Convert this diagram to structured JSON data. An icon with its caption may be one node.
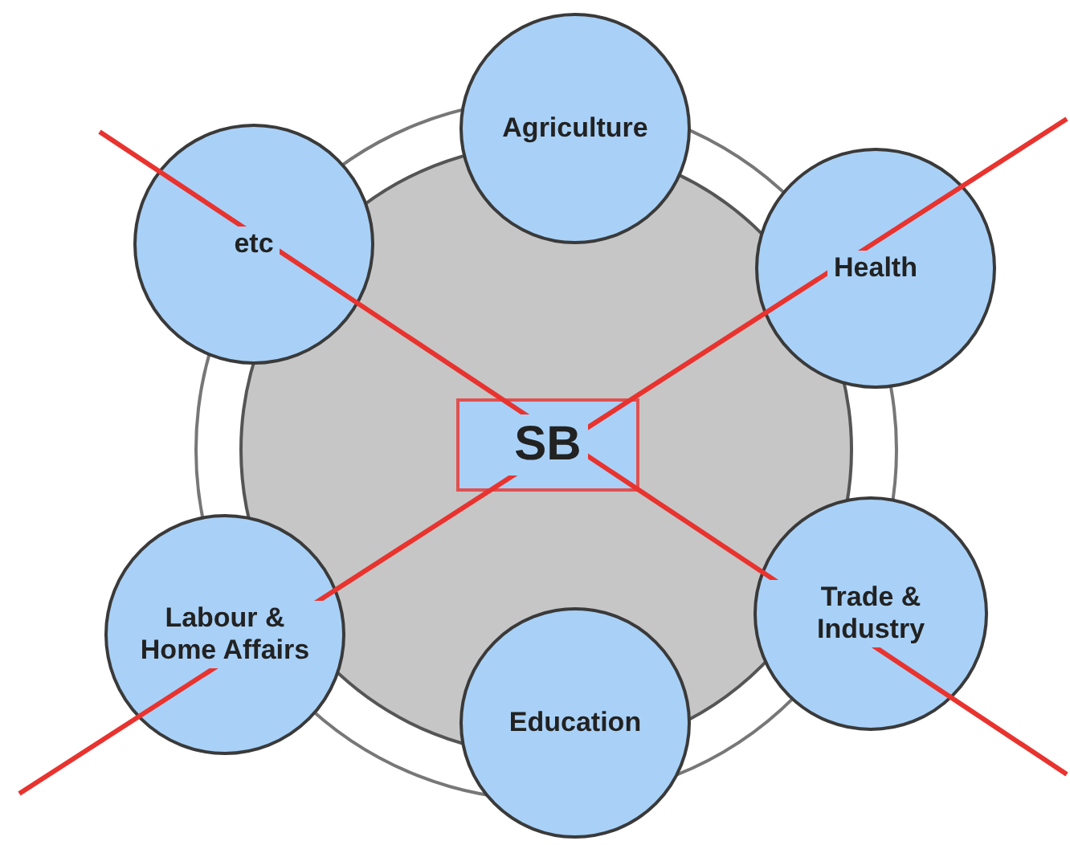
{
  "diagram": {
    "nodes": [
      {
        "text": [
          "Agriculture"
        ]
      },
      {
        "text": [
          "etc"
        ]
      },
      {
        "text": [
          "Health"
        ]
      },
      {
        "text": [
          "SB"
        ]
      },
      {
        "text": [
          "Trade & Industry"
        ]
      },
      {
        "text": [
          "Labour & Home Affairs"
        ]
      },
      {
        "text": [
          "Education"
        ]
      }
    ]
  }
}
